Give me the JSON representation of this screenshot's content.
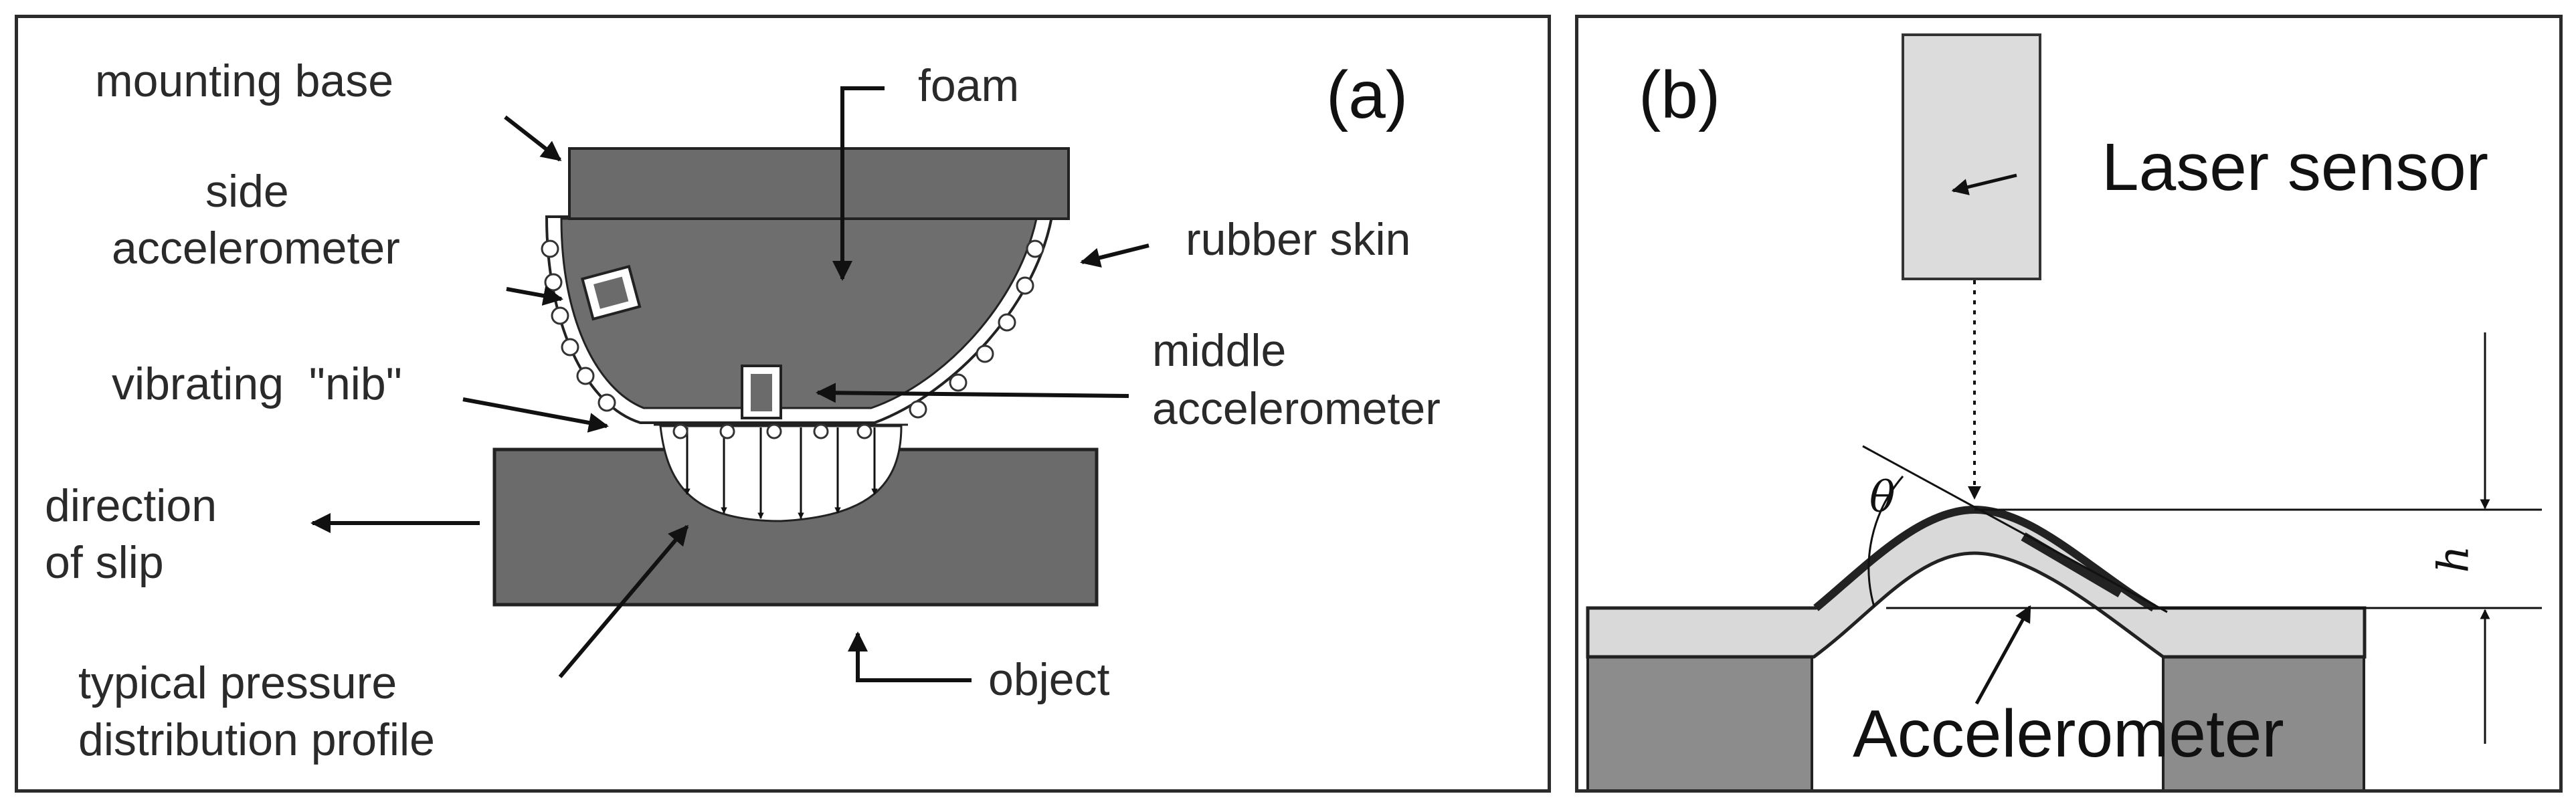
{
  "panel_a": {
    "tag": "(a)",
    "labels": {
      "mounting_base": "mounting base",
      "foam": "foam",
      "side_accelerometer_line1": "side",
      "side_accelerometer_line2": "accelerometer",
      "rubber_skin": "rubber skin",
      "middle_accelerometer_line1": "middle",
      "middle_accelerometer_line2": "accelerometer",
      "vibrating_nib": "vibrating  \"nib\"",
      "direction_of_slip_line1": "direction",
      "direction_of_slip_line2": "of slip",
      "typical_pressure_line1": "typical pressure",
      "typical_pressure_line2": "distribution profile",
      "object": "object"
    }
  },
  "panel_b": {
    "tag": "(b)",
    "labels": {
      "laser_sensor": "Laser sensor",
      "accelerometer": "Accelerometer",
      "theta": "θ",
      "h": "h"
    }
  }
}
